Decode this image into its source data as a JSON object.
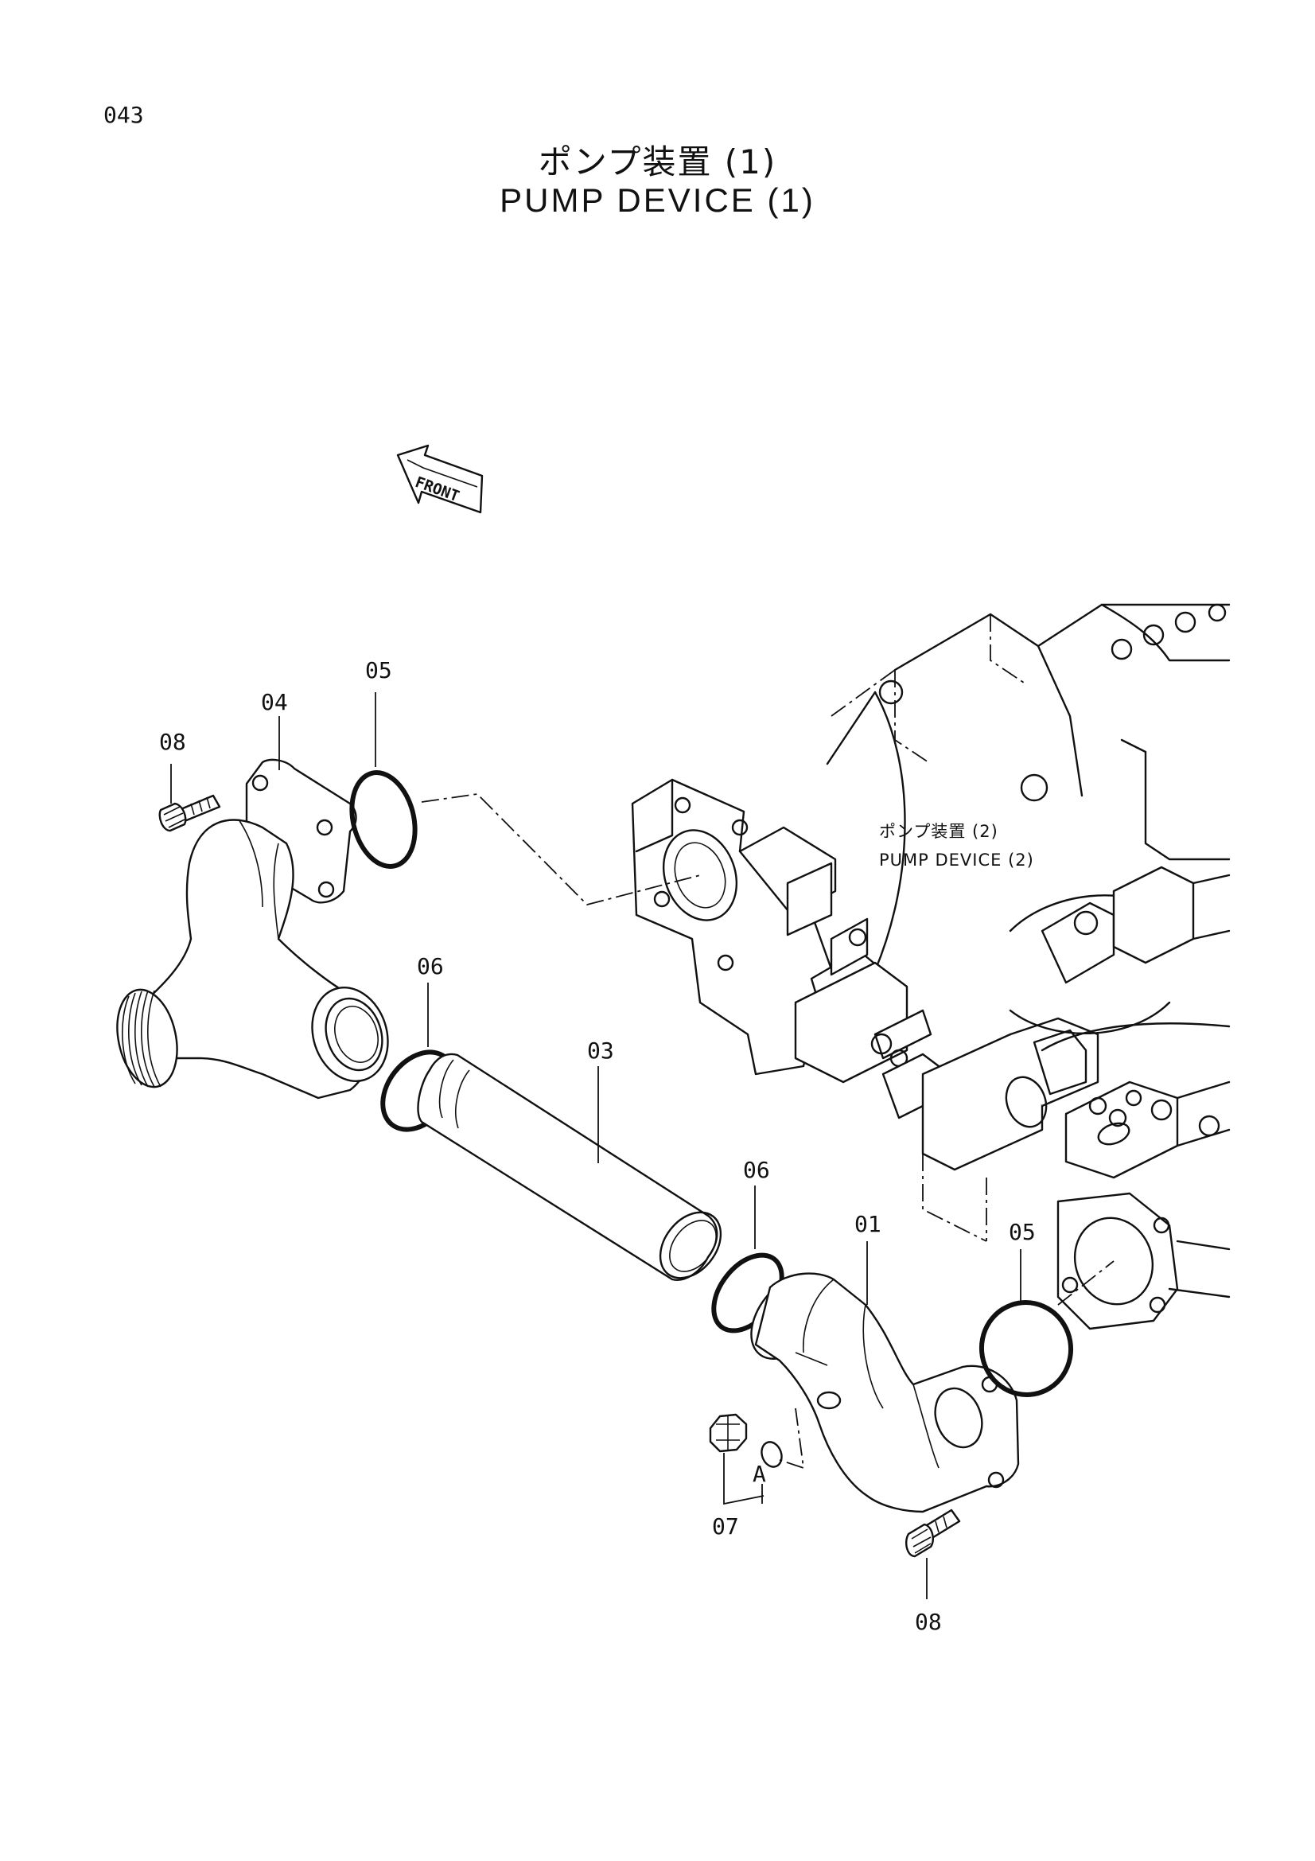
{
  "page_number": "043",
  "title": {
    "japanese": "ポンプ装置 (1)",
    "english": "PUMP DEVICE (1)"
  },
  "front_marker": "FRONT",
  "reference": {
    "japanese": "ポンプ装置 (2)",
    "english": "PUMP DEVICE (2)"
  },
  "callouts": {
    "part_01": "01",
    "part_03": "03",
    "part_04": "04",
    "part_05_upper": "05",
    "part_05_lower": "05",
    "part_06_upper": "06",
    "part_06_lower": "06",
    "part_07": "07",
    "part_08_upper": "08",
    "part_08_lower": "08",
    "detail_a": "A"
  }
}
